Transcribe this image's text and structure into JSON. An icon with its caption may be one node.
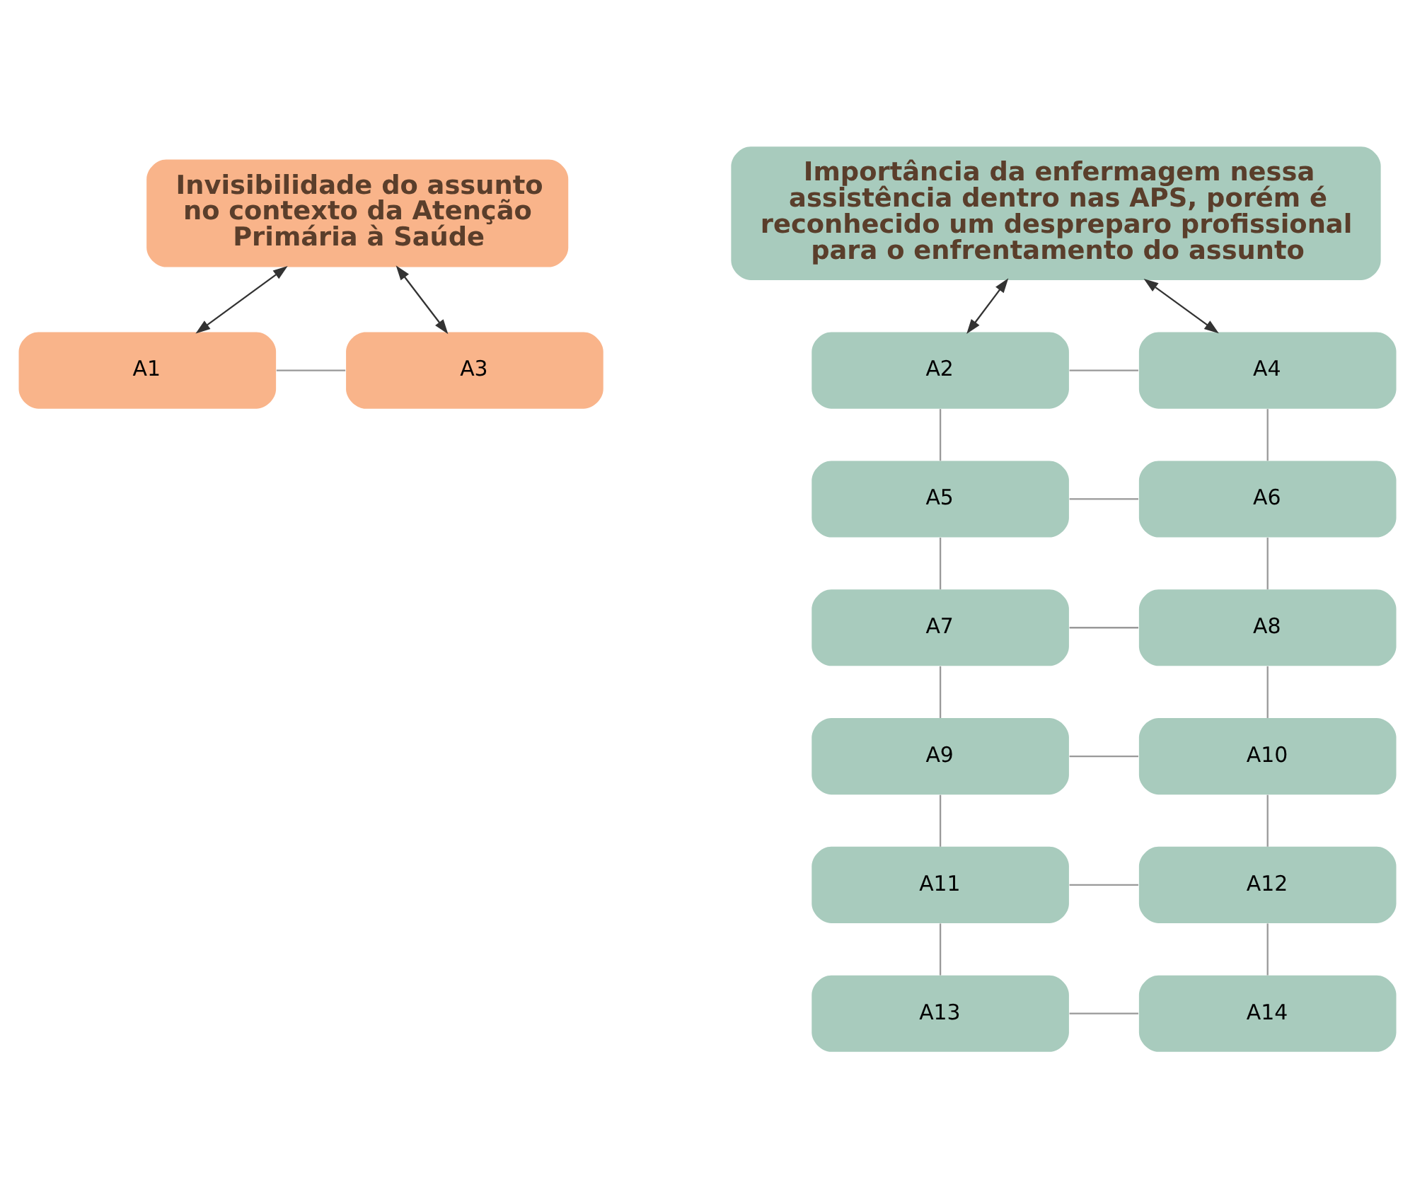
{
  "diagram": {
    "nodes": [
      {
        "text": [
          "Invisibilidade do assunto no contexto da Atenção Primária à Saúde"
        ]
      },
      {
        "text": [
          "Importância da enfermagem nessa assistência dentro nas APS, porém é reconhecido um despreparo profissional para o enfrentamento do assunto"
        ]
      },
      {
        "text": [
          "A1"
        ]
      },
      {
        "text": [
          "A3"
        ]
      },
      {
        "text": [
          "A2"
        ]
      },
      {
        "text": [
          "A4"
        ]
      },
      {
        "text": [
          "A5"
        ]
      },
      {
        "text": [
          "A6"
        ]
      },
      {
        "text": [
          "A7"
        ]
      },
      {
        "text": [
          "A8"
        ]
      },
      {
        "text": [
          "A9"
        ]
      },
      {
        "text": [
          "A10"
        ]
      },
      {
        "text": [
          "A11"
        ]
      },
      {
        "text": [
          "A12"
        ]
      },
      {
        "text": [
          "A13"
        ]
      },
      {
        "text": [
          "A14"
        ]
      }
    ],
    "edges": [
      {
        "from": 0,
        "to": 2,
        "arrow": "both",
        "color": "#333333"
      },
      {
        "from": 0,
        "to": 3,
        "arrow": "both",
        "color": "#333333"
      },
      {
        "from": 2,
        "to": 3,
        "arrow": "none"
      },
      {
        "from": 1,
        "to": 4,
        "arrow": "both",
        "color": "#333333"
      },
      {
        "from": 1,
        "to": 5,
        "arrow": "both",
        "color": "#333333"
      },
      {
        "from": 4,
        "to": 5,
        "arrow": "none"
      },
      {
        "from": 4,
        "to": 6,
        "arrow": "none"
      },
      {
        "from": 5,
        "to": 7,
        "arrow": "none"
      },
      {
        "from": 6,
        "to": 7,
        "arrow": "none"
      },
      {
        "from": 6,
        "to": 8,
        "arrow": "none"
      },
      {
        "from": 7,
        "to": 9,
        "arrow": "none"
      },
      {
        "from": 8,
        "to": 9,
        "arrow": "none"
      },
      {
        "from": 8,
        "to": 10,
        "arrow": "none"
      },
      {
        "from": 9,
        "to": 11,
        "arrow": "none"
      },
      {
        "from": 10,
        "to": 11,
        "arrow": "none"
      },
      {
        "from": 10,
        "to": 12,
        "arrow": "none"
      },
      {
        "from": 11,
        "to": 13,
        "arrow": "none"
      },
      {
        "from": 12,
        "to": 13,
        "arrow": "none"
      },
      {
        "from": 12,
        "to": 14,
        "arrow": "none"
      },
      {
        "from": 13,
        "to": 15,
        "arrow": "none"
      },
      {
        "from": 14,
        "to": 15,
        "arrow": "none"
      }
    ]
  }
}
